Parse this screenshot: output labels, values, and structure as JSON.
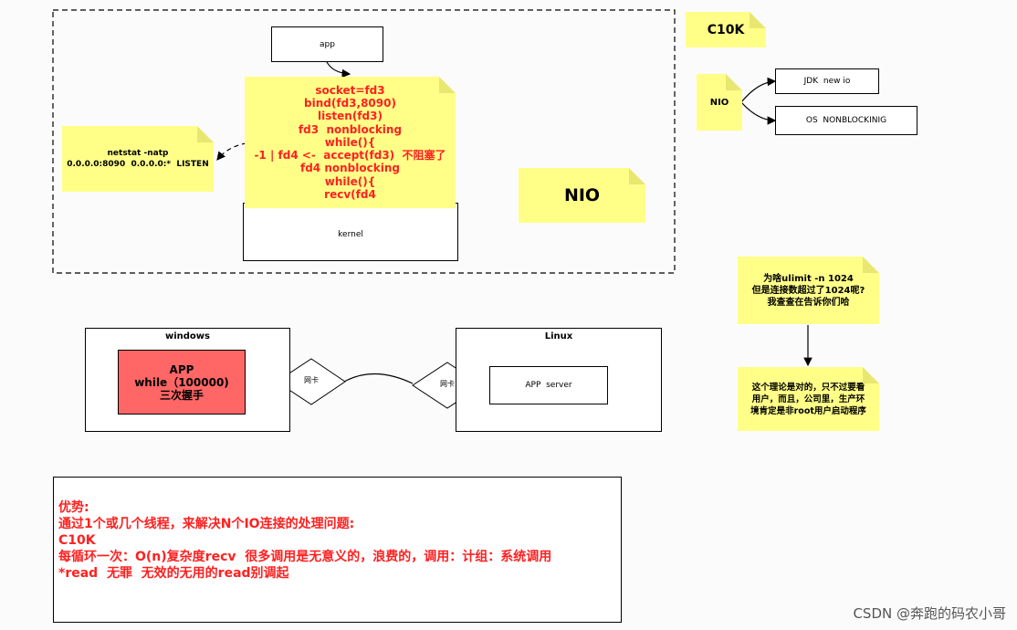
{
  "top_area": {
    "app_label": "app",
    "kernel_label": "kernel",
    "code_note_lines": [
      "socket=fd3",
      "bind(fd3,8090)",
      "listen(fd3)",
      "fd3  nonblocking",
      "while(){",
      "-1 | fd4 <-  accept(fd3)  不阻塞了",
      "fd4 nonblocking",
      "while(){",
      "recv(fd4"
    ],
    "netstat_lines": [
      "netstat -natp",
      "0.0.0.0:8090  0.0.0.0:*  LISTEN"
    ],
    "nio_big_label": "NIO"
  },
  "right_top": {
    "c10k_label": "C10K",
    "nio_small_label": "NIO",
    "jdk_label": "JDK  new io",
    "os_label": "OS  NONBLOCKINIG"
  },
  "ulimit_note": {
    "question_lines": [
      "为啥ulimit -n 1024",
      "但是连接数超过了1024呢?",
      "我查查在告诉你们哈"
    ],
    "answer_lines": [
      "这个理论是对的，只不过要看",
      "用户，而且，公司里，生产环",
      "境肯定是非root用户启动程序"
    ]
  },
  "network": {
    "windows_title": "windows",
    "app_lines": [
      "APP",
      "while（100000)",
      "三次握手"
    ],
    "nic_left": "网卡",
    "nic_right": "网卡",
    "linux_title": "Linux",
    "app_server": "APP  server"
  },
  "summary_lines": [
    "优势:",
    "通过1个或几个线程，来解决N个IO连接的处理问题:",
    "C10K",
    "每循环一次：O(n)复杂度recv  很多调用是无意义的，浪费的，调用：计组：系统调用",
    "*read  无罪  无效的无用的read别调起"
  ],
  "watermark": "CSDN @奔跑的码农小哥",
  "colors": {
    "note_yellow": "#ffff88",
    "alert_red": "#ff2020",
    "app_box_red": "#ff6666"
  }
}
